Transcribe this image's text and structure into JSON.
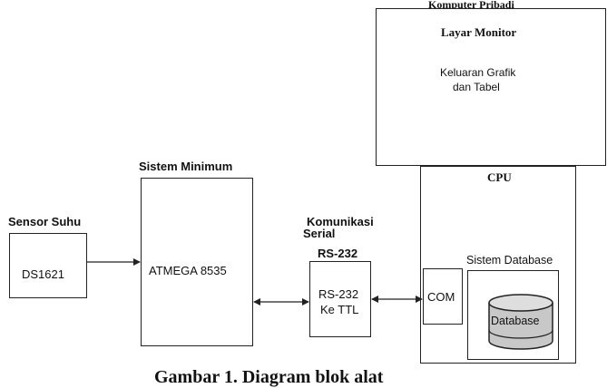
{
  "monitor_pc": {
    "title": "Komputer Pribadi",
    "screen_label": "Layar Monitor",
    "output_line1": "Keluaran Grafik",
    "output_line2": "dan Tabel"
  },
  "sensor": {
    "title": "Sensor Suhu",
    "chip": "DS1621"
  },
  "minimum_system": {
    "title": "Sistem Minimum",
    "chip": "ATMEGA 8535"
  },
  "serial": {
    "title_line1": "Komunikasi",
    "title_line2": "Serial",
    "title_line3": "RS-232",
    "converter_line1": "RS-232",
    "converter_line2": "Ke TTL"
  },
  "cpu": {
    "title": "CPU",
    "port": "COM",
    "db_system": "Sistem Database",
    "db_label": "Database"
  },
  "caption": "Gambar 1. Diagram blok alat"
}
